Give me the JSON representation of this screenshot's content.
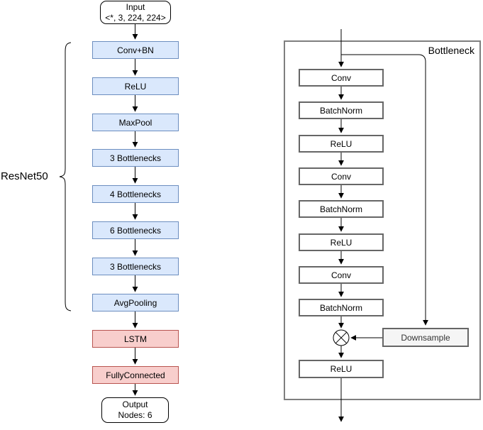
{
  "diagram": {
    "resnet_label": "ResNet50",
    "input_node": {
      "line1": "Input",
      "line2": "<*, 3, 224, 224>"
    },
    "left_boxes": [
      {
        "label": "Conv+BN",
        "type": "blue"
      },
      {
        "label": "ReLU",
        "type": "blue"
      },
      {
        "label": "MaxPool",
        "type": "blue"
      },
      {
        "label": "3 Bottlenecks",
        "type": "blue"
      },
      {
        "label": "4 Bottlenecks",
        "type": "blue"
      },
      {
        "label": "6 Bottlenecks",
        "type": "blue"
      },
      {
        "label": "3 Bottlenecks",
        "type": "blue"
      },
      {
        "label": "AvgPooling",
        "type": "blue"
      },
      {
        "label": "LSTM",
        "type": "red"
      },
      {
        "label": "FullyConnected",
        "type": "red"
      }
    ],
    "output_node": {
      "line1": "Output",
      "line2": "Nodes: 6"
    },
    "bottleneck": {
      "title": "Bottleneck",
      "boxes": [
        "Conv",
        "BatchNorm",
        "ReLU",
        "Conv",
        "BatchNorm",
        "ReLU",
        "Conv",
        "BatchNorm"
      ],
      "merge_symbol": "multiply-circle",
      "downsample_label": "Downsample",
      "final_relu": "ReLU"
    },
    "colors": {
      "blue_fill": "#dae8fc",
      "blue_border": "#6c8ebf",
      "red_fill": "#f8cecc",
      "red_border": "#b85450",
      "gray_fill": "#f5f5f5",
      "gray_border": "#666666",
      "panel_border": "#7f7f7f",
      "line": "#000000"
    }
  }
}
